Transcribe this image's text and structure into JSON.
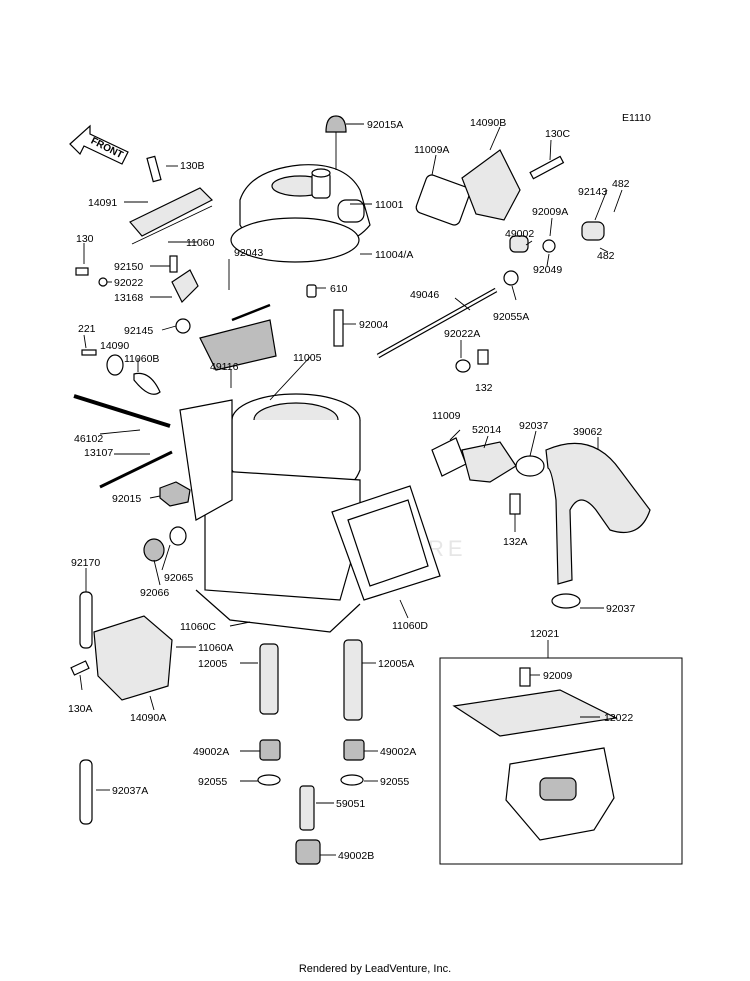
{
  "diagram_code": "E1110",
  "front_label": "FRONT",
  "watermark": "LEADVENTURE",
  "footer": "Rendered by LeadVenture, Inc.",
  "parts": {
    "p92015A": "92015A",
    "p14090B": "14090B",
    "p130C": "130C",
    "p11009A": "11009A",
    "p130B": "130B",
    "p11001": "11001",
    "p482a": "482",
    "p92143": "92143",
    "p14091": "14091",
    "p92009A": "92009A",
    "p11060": "11060",
    "p11004A": "11004/A",
    "p49002": "49002",
    "p130": "130",
    "p482b": "482",
    "p92150": "92150",
    "p92043": "92043",
    "p92049": "92049",
    "p92022": "92022",
    "p13168": "13168",
    "p610": "610",
    "p49046": "49046",
    "p92055A": "92055A",
    "p92145": "92145",
    "p92004": "92004",
    "p221": "221",
    "p14090": "14090",
    "p92022A": "92022A",
    "p11060B": "11060B",
    "p11005": "11005",
    "p49116": "49116",
    "p132": "132",
    "p11009": "11009",
    "p46102": "46102",
    "p52014": "52014",
    "p92037a": "92037",
    "p39062": "39062",
    "p13107": "13107",
    "p92015": "92015",
    "p132A": "132A",
    "p92065": "92065",
    "p92066": "92066",
    "p92170": "92170",
    "p11060D": "11060D",
    "p92037b": "92037",
    "p11060C": "11060C",
    "p12021": "12021",
    "p11060A": "11060A",
    "p12005": "12005",
    "p12005A": "12005A",
    "p92009": "92009",
    "p130A": "130A",
    "p14090A": "14090A",
    "p12022": "12022",
    "p49002Aa": "49002A",
    "p49002Ab": "49002A",
    "p92055a": "92055",
    "p92055b": "92055",
    "p59051": "59051",
    "p92037A": "92037A",
    "p49002B": "49002B"
  }
}
